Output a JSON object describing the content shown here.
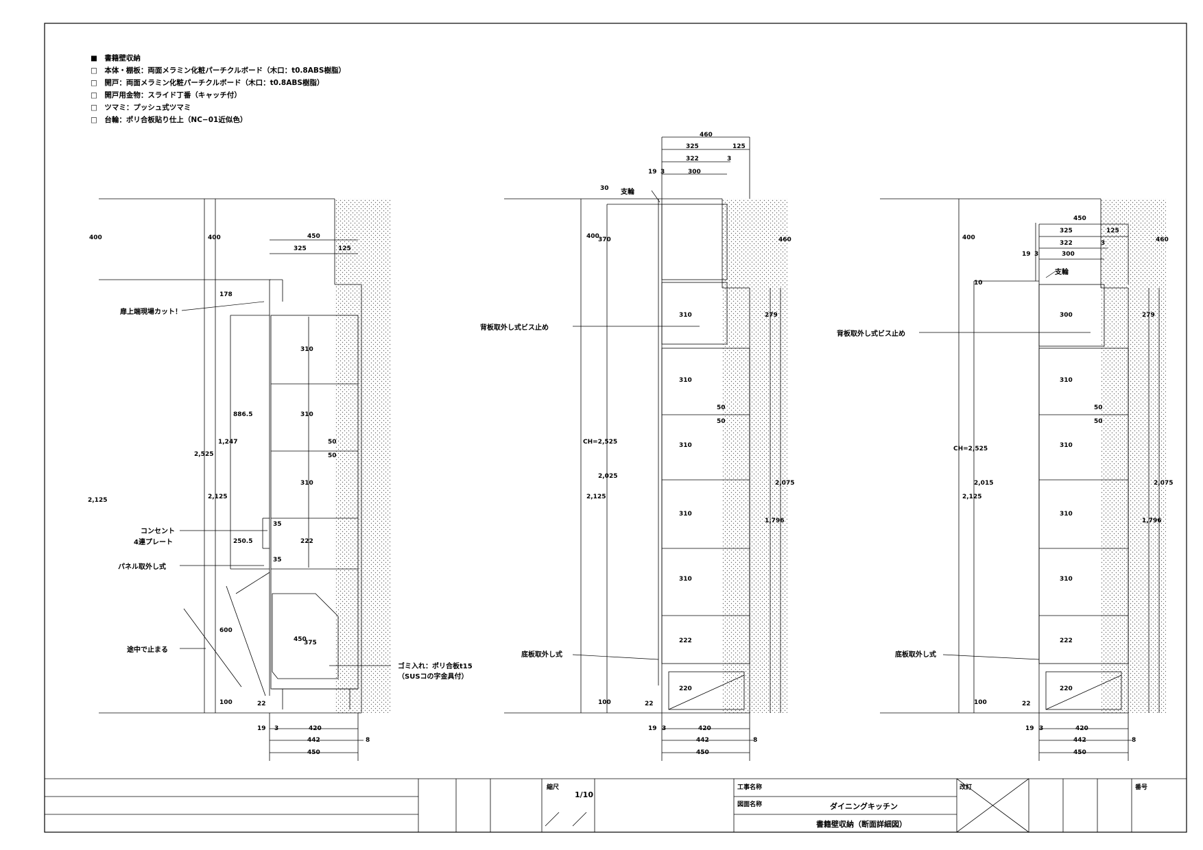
{
  "spec_notes": [
    "■　書籍壁収納",
    "□　本体・棚板：両面メラミン化粧パーチクルボード（木口：t0.8ABS樹脂）",
    "□　開戸：両面メラミン化粧パーチクルボード（木口：t0.8ABS樹脂）",
    "□　開戸用金物：スライド丁番（キャッチ付）",
    "□　ツマミ：プッシュ式ツマミ",
    "□　台輪：ポリ合板貼り仕上（NC−01近似色）"
  ],
  "callouts": {
    "door_top_cut": "扉上端現場カット！",
    "outlet": "コンセント",
    "outlet_plate": "4連プレート",
    "panel": "パネル取外し式",
    "stop_midway": "途中で止まる",
    "trash": "ゴミ入れ：ポリ合板t15",
    "trash_sub": "（SUSコの字金具付）",
    "back_panel": "背板取外し式ビス止め",
    "bottom_panel": "底板取外し式",
    "support": "支輪"
  },
  "dims": {
    "d450": "450",
    "d325": "325",
    "d125": "125",
    "d322": "322",
    "d3": "3",
    "d19": "19",
    "d300": "300",
    "d30": "30",
    "d400": "400",
    "d370": "370",
    "d460": "460",
    "d178": "178",
    "d310": "310",
    "d222": "222",
    "d220": "220",
    "d50": "50",
    "d35": "35",
    "d600": "600",
    "d375": "375",
    "d100": "100",
    "d22": "22",
    "d420": "420",
    "d442": "442",
    "d8": "8",
    "d10": "10",
    "d279": "279",
    "d2125": "2,125",
    "d2525": "2,525",
    "d1247": "1,247",
    "d8865": "886.5",
    "d2505": "250.5",
    "ch": "CH=2,525",
    "d2025": "2,025",
    "d2015": "2,015",
    "d2075": "2,075",
    "d1796": "1,796"
  },
  "title_block": {
    "scale_label": "縮尺",
    "scale_value": "1/10",
    "project_label": "工事名称",
    "drawing_label": "図面名称",
    "room": "ダイニングキッチン",
    "drawing_title": "書籍壁収納（断面詳細図）",
    "revision_label": "改訂",
    "number_label": "番号"
  }
}
